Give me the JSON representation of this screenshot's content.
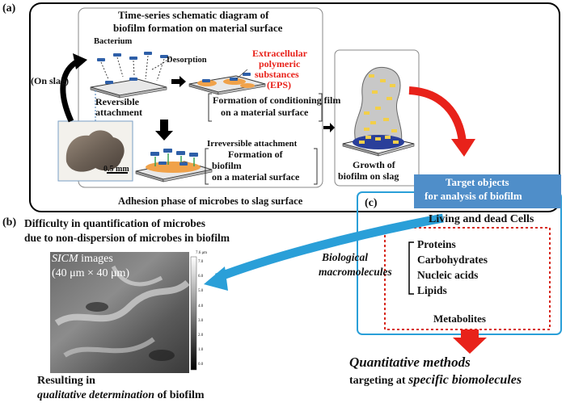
{
  "panel_a": {
    "label": "(a)",
    "title_line1": "Time-series schematic diagram  of",
    "title_line2": "biofilm  formation  on material surface",
    "bacterium": "Bacterium",
    "desorption": "Desorption",
    "eps_line1": "Extracellular",
    "eps_line2": "polymeric",
    "eps_line3": "substances",
    "eps_line4": "(EPS)",
    "reversible_line1": "Reversible",
    "reversible_line2": "attachment",
    "conditioning_line1": "Formation of conditioning  film",
    "conditioning_line2": "on a material surface",
    "on_slag": "(On slag)",
    "irreversible": "Irreversible attachment",
    "biofilm_line1": "Formation   of",
    "biofilm_line2": "biofilm",
    "biofilm_line3": "on a material surface",
    "scale_bar": "0.5 mm",
    "growth_line1": "Growth of",
    "growth_line2": "biofilm  on slag",
    "adhesion_caption": "Adhesion phase of microbes to slag surface"
  },
  "panel_b": {
    "label": "(b)",
    "difficulty_line1": "Difficulty in quantification of microbes",
    "difficulty_line2": "due to non-dispersion of microbes in biofilm",
    "sicm_name": "SICM",
    "sicm_suffix": " images",
    "sicm_size": "(40 μm × 40 μm)",
    "colorbar_top": "7.6 μm",
    "colorbar_ticks": [
      "7.0",
      "6.0",
      "5.0",
      "4.0",
      "3.0",
      "2.0",
      "1.0",
      "0.0"
    ],
    "resulting_line1": "Resulting in",
    "resulting_line2_em": "qualitative determination",
    "resulting_line2_rest": " of biofilm"
  },
  "panel_c": {
    "label": "(c)",
    "target_line1": "Target objects",
    "target_line2": "for analysis of biofilm",
    "living_dead": "Living and dead Cells",
    "bio_macro_line1": "Biological",
    "bio_macro_line2": "macromolecules",
    "macromolecules": [
      "Proteins",
      "Carbohydrates",
      "Nucleic acids",
      "Lipids"
    ],
    "metabolites": "Metabolites",
    "quant_line1": "Quantitative methods",
    "quant_line2_pre": "targeting at ",
    "quant_line2_em": "specific biomolecules"
  },
  "colors": {
    "eps_red": "#e8221a",
    "target_blue": "#4f8ec9",
    "arrow_blue": "#2a9fd8",
    "arrow_red": "#e8221a",
    "bacteria_blue": "#2e5fa8",
    "eps_orange": "#f0a24a",
    "panel_border": "#000000"
  }
}
